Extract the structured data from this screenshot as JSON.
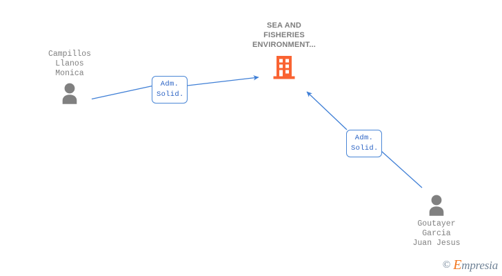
{
  "graph": {
    "background_color": "#ffffff",
    "company": {
      "name": "SEA AND\nFISHERIES\nENVIRONMENT...",
      "icon": "building-icon",
      "icon_color": "#f96332",
      "label_color": "#7d7d7d"
    },
    "persons": [
      {
        "id": "person-left",
        "name": "Campillos\nLlanos\nMonica",
        "icon": "person-icon",
        "icon_color": "#808080"
      },
      {
        "id": "person-right",
        "name": "Goutayer\nGarcia\nJuan Jesus",
        "icon": "person-icon",
        "icon_color": "#808080"
      }
    ],
    "relations": [
      {
        "id": "relation-left",
        "label": "Adm.\nSolid.",
        "from": "person-left",
        "to": "company",
        "color": "#3f7fd6"
      },
      {
        "id": "relation-right",
        "label": "Adm.\nSolid.",
        "from": "person-right",
        "to": "company",
        "color": "#3f7fd6"
      }
    ],
    "edge_color": "#3f7fd6"
  },
  "watermark": {
    "copyright": "©",
    "brand_initial": "E",
    "brand_rest": "mpresia",
    "brand_color": "#f2761f",
    "text_color": "#6f8296"
  }
}
